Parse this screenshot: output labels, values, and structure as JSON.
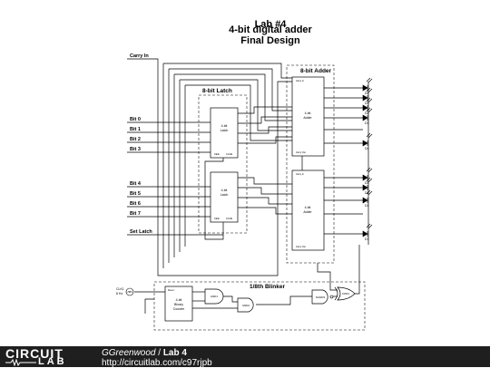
{
  "title": {
    "line1": "Lab #4",
    "line2": "4-bit digital adder",
    "line3": "Final Design"
  },
  "labels": {
    "carry_in": "Carry In",
    "set_latch": "Set Latch",
    "bits": [
      "Bit 0",
      "Bit 1",
      "Bit 2",
      "Bit 3",
      "Bit 4",
      "Bit 5",
      "Bit 6",
      "Bit 7"
    ]
  },
  "blocks": {
    "adder_title": "8-bit Adder",
    "latch_title": "8-bit Latch",
    "blinker_title": "1/8th Blinker",
    "latch_chip": [
      "4-bit",
      "Latch"
    ],
    "adder_chip": [
      "4-bit",
      "Adder"
    ],
    "adder_carry_in": "Carry In",
    "adder_carry_out": "Carry Out",
    "latch_pins": [
      "CE/E",
      "CLK/E"
    ],
    "counter_chip": [
      "4-bit",
      "Binary",
      "Counter"
    ],
    "counter_reset": "Reset",
    "gates": [
      "AND1",
      "AND2",
      "NAND3",
      "XOR1"
    ],
    "clock": [
      "CLK1",
      "8 Hz"
    ]
  },
  "leds": [
    "D4",
    "D3",
    "D2",
    "D1",
    "D4",
    "D3",
    "D2",
    "D1",
    "D7"
  ],
  "footer": {
    "logo_top": "CIRCUIT",
    "logo_bottom": "LAB",
    "author": "GGreenwood",
    "separator": " / ",
    "project": "Lab 4",
    "url": "http://circuitlab.com/c97rjpb"
  },
  "colors": {
    "wire": "#000000",
    "dashed_box": "#555555",
    "footer_bg": "#1f1f1f",
    "footer_text": "#ffffff"
  }
}
